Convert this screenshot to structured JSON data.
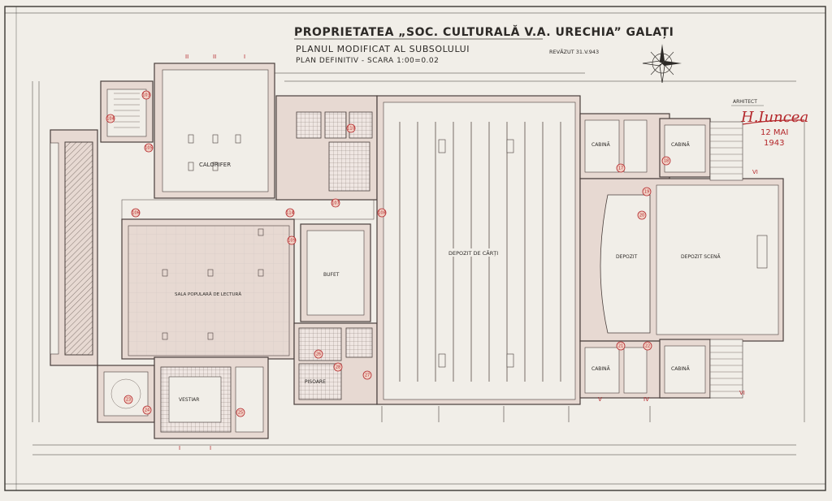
{
  "title": {
    "line1": "PROPRIETATEA „SOC. CULTURALĂ V.A. URECHIA” GALAȚI",
    "line2": "PLANUL MODIFICAT AL SUBSOLULUI",
    "line3": "PLAN DEFINITIV - SCARA 1:00=0.02"
  },
  "revision_note": "REVĂZUT 31.V.943",
  "architect": {
    "label": "ARHITECT",
    "signature": "H.Iuncea",
    "date_line1": "12 MAI",
    "date_line2": "1943"
  },
  "rooms": {
    "calorifer": "CALORIFER",
    "sala_populara": "SALA POPULARĂ DE LECTURĂ",
    "bufet": "BUFET",
    "depozit_carti": "DEPOZIT DE CĂRȚI",
    "depozit_scena": "DEPOZIT SCENĂ",
    "depozit": "DEPOZIT",
    "cabina_1": "CABINĂ",
    "cabina_2": "CABINĂ",
    "cabina_3": "CABINĂ",
    "cabina_4": "CABINĂ",
    "vestiar": "VESTIAR",
    "pisoare": "PISOARE"
  },
  "section_marks": [
    "I",
    "II",
    "III",
    "IV",
    "V",
    "VI"
  ],
  "room_markers": [
    "103",
    "104",
    "105",
    "106",
    "107",
    "108",
    "109",
    "110",
    "114",
    "17",
    "18",
    "19",
    "20",
    "21",
    "22",
    "23",
    "24",
    "25",
    "26",
    "27",
    "28"
  ],
  "colors": {
    "paper": "#f1eee8",
    "ink": "#3b3733",
    "wall_fill": "#e7d9d2",
    "signature_red": "#b4272b"
  },
  "icons": {
    "compass": "north-arrow-compass-icon"
  }
}
